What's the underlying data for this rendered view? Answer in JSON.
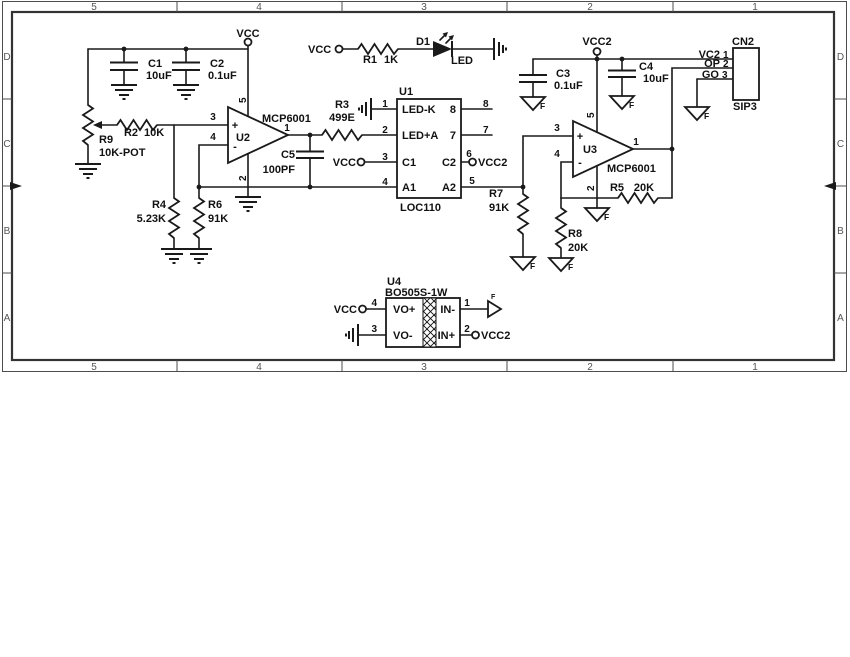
{
  "sheet": {
    "zones_top": [
      "5",
      "4",
      "3",
      "2",
      "1"
    ],
    "zones_bottom": [
      "5",
      "4",
      "3",
      "2",
      "1"
    ],
    "zones_left": [
      "D",
      "C",
      "B",
      "A"
    ],
    "zones_right": [
      "D",
      "C",
      "B",
      "A"
    ]
  },
  "nets": {
    "vcc": "VCC",
    "vcc2": "VCC2"
  },
  "grounds": {
    "f_label": "F"
  },
  "components": {
    "R1": {
      "ref": "R1",
      "value": "1K"
    },
    "R2": {
      "ref": "R2",
      "value": "10K"
    },
    "R3": {
      "ref": "R3",
      "value": "499E"
    },
    "R4": {
      "ref": "R4",
      "value": "5.23K"
    },
    "R5": {
      "ref": "R5",
      "value": "20K"
    },
    "R6": {
      "ref": "R6",
      "value": "91K"
    },
    "R7": {
      "ref": "R7",
      "value": "91K"
    },
    "R8": {
      "ref": "R8",
      "value": "20K"
    },
    "R9": {
      "ref": "R9",
      "value": "10K-POT"
    },
    "C1": {
      "ref": "C1",
      "value": "10uF"
    },
    "C2": {
      "ref": "C2",
      "value": "0.1uF"
    },
    "C3": {
      "ref": "C3",
      "value": "0.1uF"
    },
    "C4": {
      "ref": "C4",
      "value": "10uF"
    },
    "C5": {
      "ref": "C5",
      "value": "100PF"
    },
    "D1": {
      "ref": "D1",
      "value": "LED"
    },
    "U2": {
      "ref": "U2",
      "value": "MCP6001",
      "pin_out": "1",
      "pin_inp": "3",
      "pin_inn": "4",
      "pin_vdd": "5",
      "pin_vss": "2",
      "plus": "+",
      "minus": "-"
    },
    "U3": {
      "ref": "U3",
      "value": "MCP6001",
      "pin_out": "1",
      "pin_inp": "3",
      "pin_inn": "4",
      "pin_vdd": "5",
      "pin_vss": "2",
      "plus": "+",
      "minus": "-"
    },
    "U1": {
      "ref": "U1",
      "value": "LOC110",
      "left_pins": [
        {
          "num": "1",
          "name": "LED-K"
        },
        {
          "num": "2",
          "name": "LED+A"
        },
        {
          "num": "3",
          "name": "C1"
        },
        {
          "num": "4",
          "name": "A1"
        }
      ],
      "right_pins": [
        {
          "num": "8",
          "name": "8"
        },
        {
          "num": "7",
          "name": "7"
        },
        {
          "num": "6",
          "name": "C2"
        },
        {
          "num": "5",
          "name": "A2"
        }
      ]
    },
    "U4": {
      "ref": "U4",
      "value": "BO505S-1W",
      "left_pins": [
        {
          "num": "4",
          "name": "VO+"
        },
        {
          "num": "3",
          "name": "VO-"
        }
      ],
      "right_pins": [
        {
          "num": "1",
          "name": "IN-"
        },
        {
          "num": "2",
          "name": "IN+"
        }
      ]
    },
    "CN2": {
      "ref": "CN2",
      "value": "SIP3",
      "pins": [
        {
          "num": "1",
          "name": "VC2"
        },
        {
          "num": "2",
          "name": "OP"
        },
        {
          "num": "3",
          "name": "GO"
        }
      ]
    }
  }
}
